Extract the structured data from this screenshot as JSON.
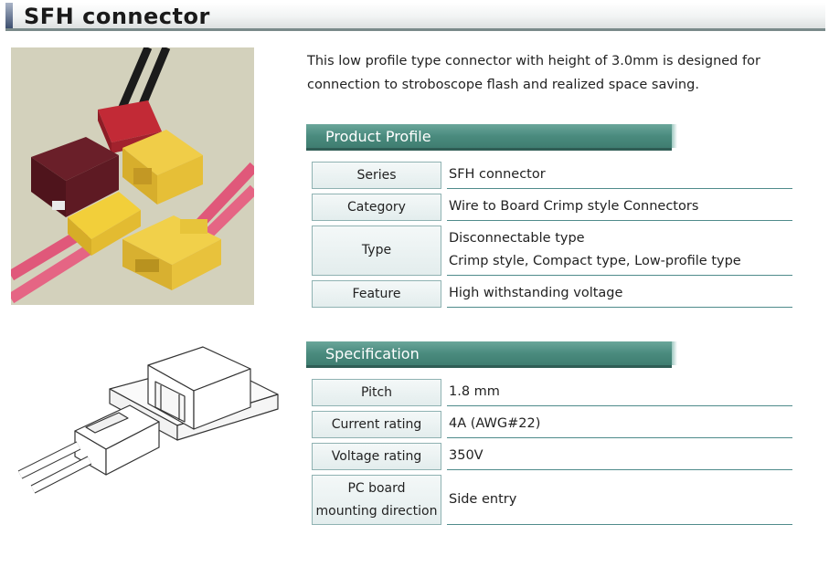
{
  "page_title": "SFH connector",
  "description": "This low profile type connector with height of 3.0mm is designed for connection to stroboscope flash and realized space saving.",
  "product_profile": {
    "heading": "Product Profile",
    "rows": [
      {
        "label": "Series",
        "values": [
          "SFH connector"
        ]
      },
      {
        "label": "Category",
        "values": [
          "Wire to Board Crimp style Connectors"
        ]
      },
      {
        "label": "Type",
        "values": [
          "Disconnectable type",
          "Crimp style, Compact type, Low-profile type"
        ]
      },
      {
        "label": "Feature",
        "values": [
          "High withstanding voltage"
        ]
      }
    ]
  },
  "specification": {
    "heading": "Specification",
    "rows": [
      {
        "label": "Pitch",
        "values": [
          "1.8 mm"
        ]
      },
      {
        "label": "Current rating",
        "values": [
          "4A (AWG#22)"
        ]
      },
      {
        "label": "Voltage rating",
        "values": [
          "350V"
        ]
      },
      {
        "label": "PC board mounting direction",
        "label_lines": [
          "PC board",
          "mounting direction"
        ],
        "values": [
          "Side entry"
        ]
      }
    ]
  },
  "colors": {
    "section_header": "#4a8b7e",
    "row_border": "#8fb2b2",
    "photo_background": "#cfcdb7",
    "wire_red": "#e05a7a",
    "housing_yellow": "#f2cf3a",
    "housing_maroon": "#5a1a22"
  }
}
